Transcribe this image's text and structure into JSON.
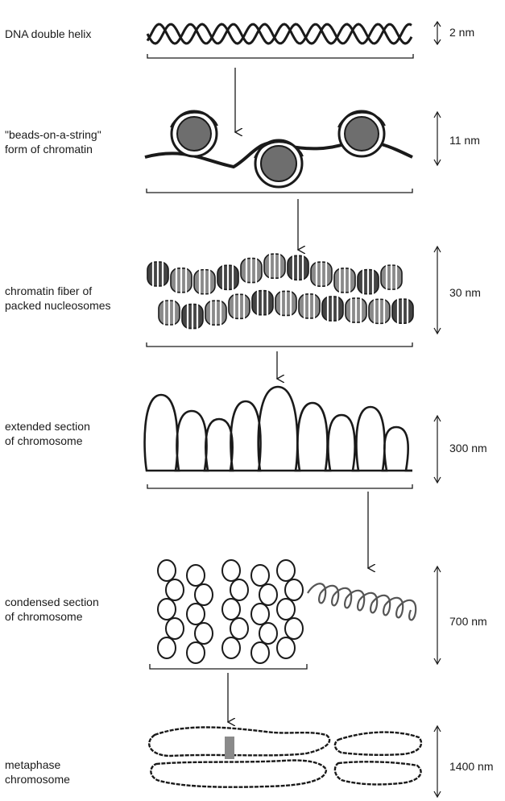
{
  "levels": [
    {
      "label": "DNA double helix",
      "scale": "2 nm"
    },
    {
      "label": "\"beads-on-a-string\"\nform of chromatin",
      "scale": "11 nm"
    },
    {
      "label": "chromatin fiber of\npacked nucleosomes",
      "scale": "30 nm"
    },
    {
      "label": "extended section\nof chromosome",
      "scale": "300 nm"
    },
    {
      "label": "condensed section\nof chromosome",
      "scale": "700 nm"
    },
    {
      "label": "metaphase\nchromosome",
      "scale": "1400 nm"
    }
  ],
  "colors": {
    "ink": "#1a1a1a",
    "shade": "#8a8a8a",
    "darkshade": "#444444"
  }
}
